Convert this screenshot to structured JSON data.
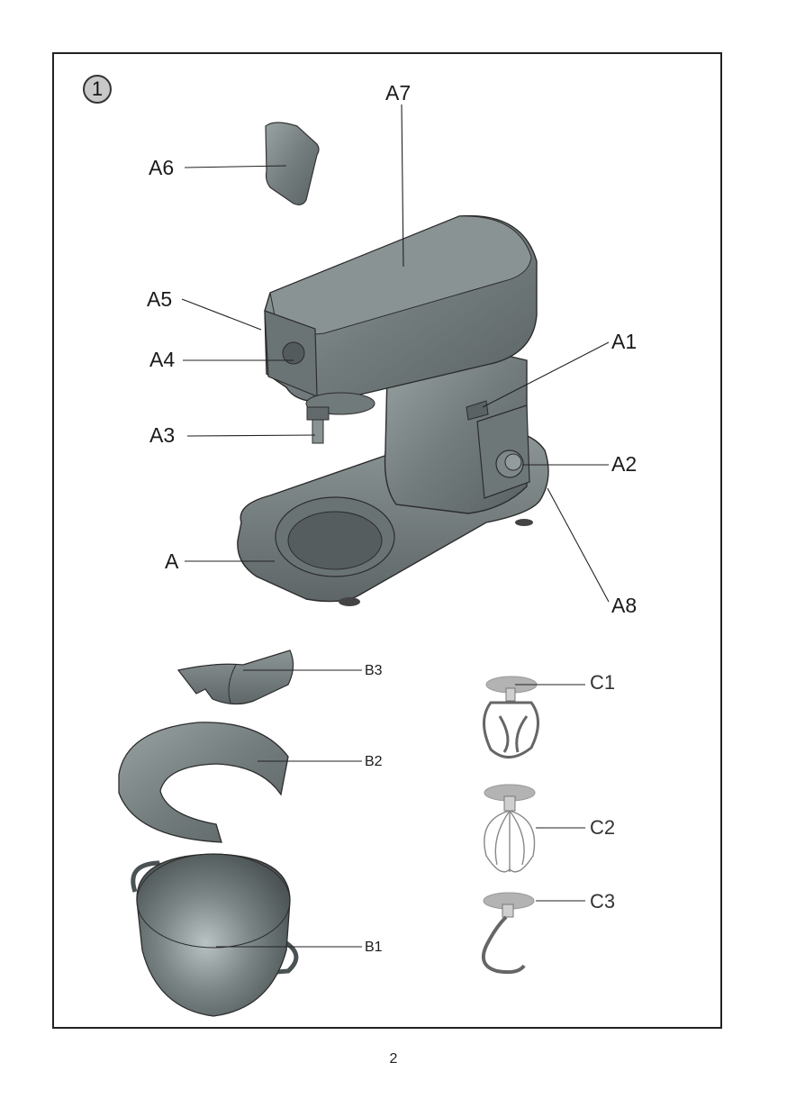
{
  "figure": {
    "number": "1"
  },
  "labels": {
    "A7": "A7",
    "A6": "A6",
    "A5": "A5",
    "A4": "A4",
    "A3": "A3",
    "A1": "A1",
    "A2": "A2",
    "A": "A",
    "A8": "A8",
    "B3": "B3",
    "B2": "B2",
    "B1": "B1",
    "C1": "C1",
    "C2": "C2",
    "C3": "C3"
  },
  "page_number": "2"
}
